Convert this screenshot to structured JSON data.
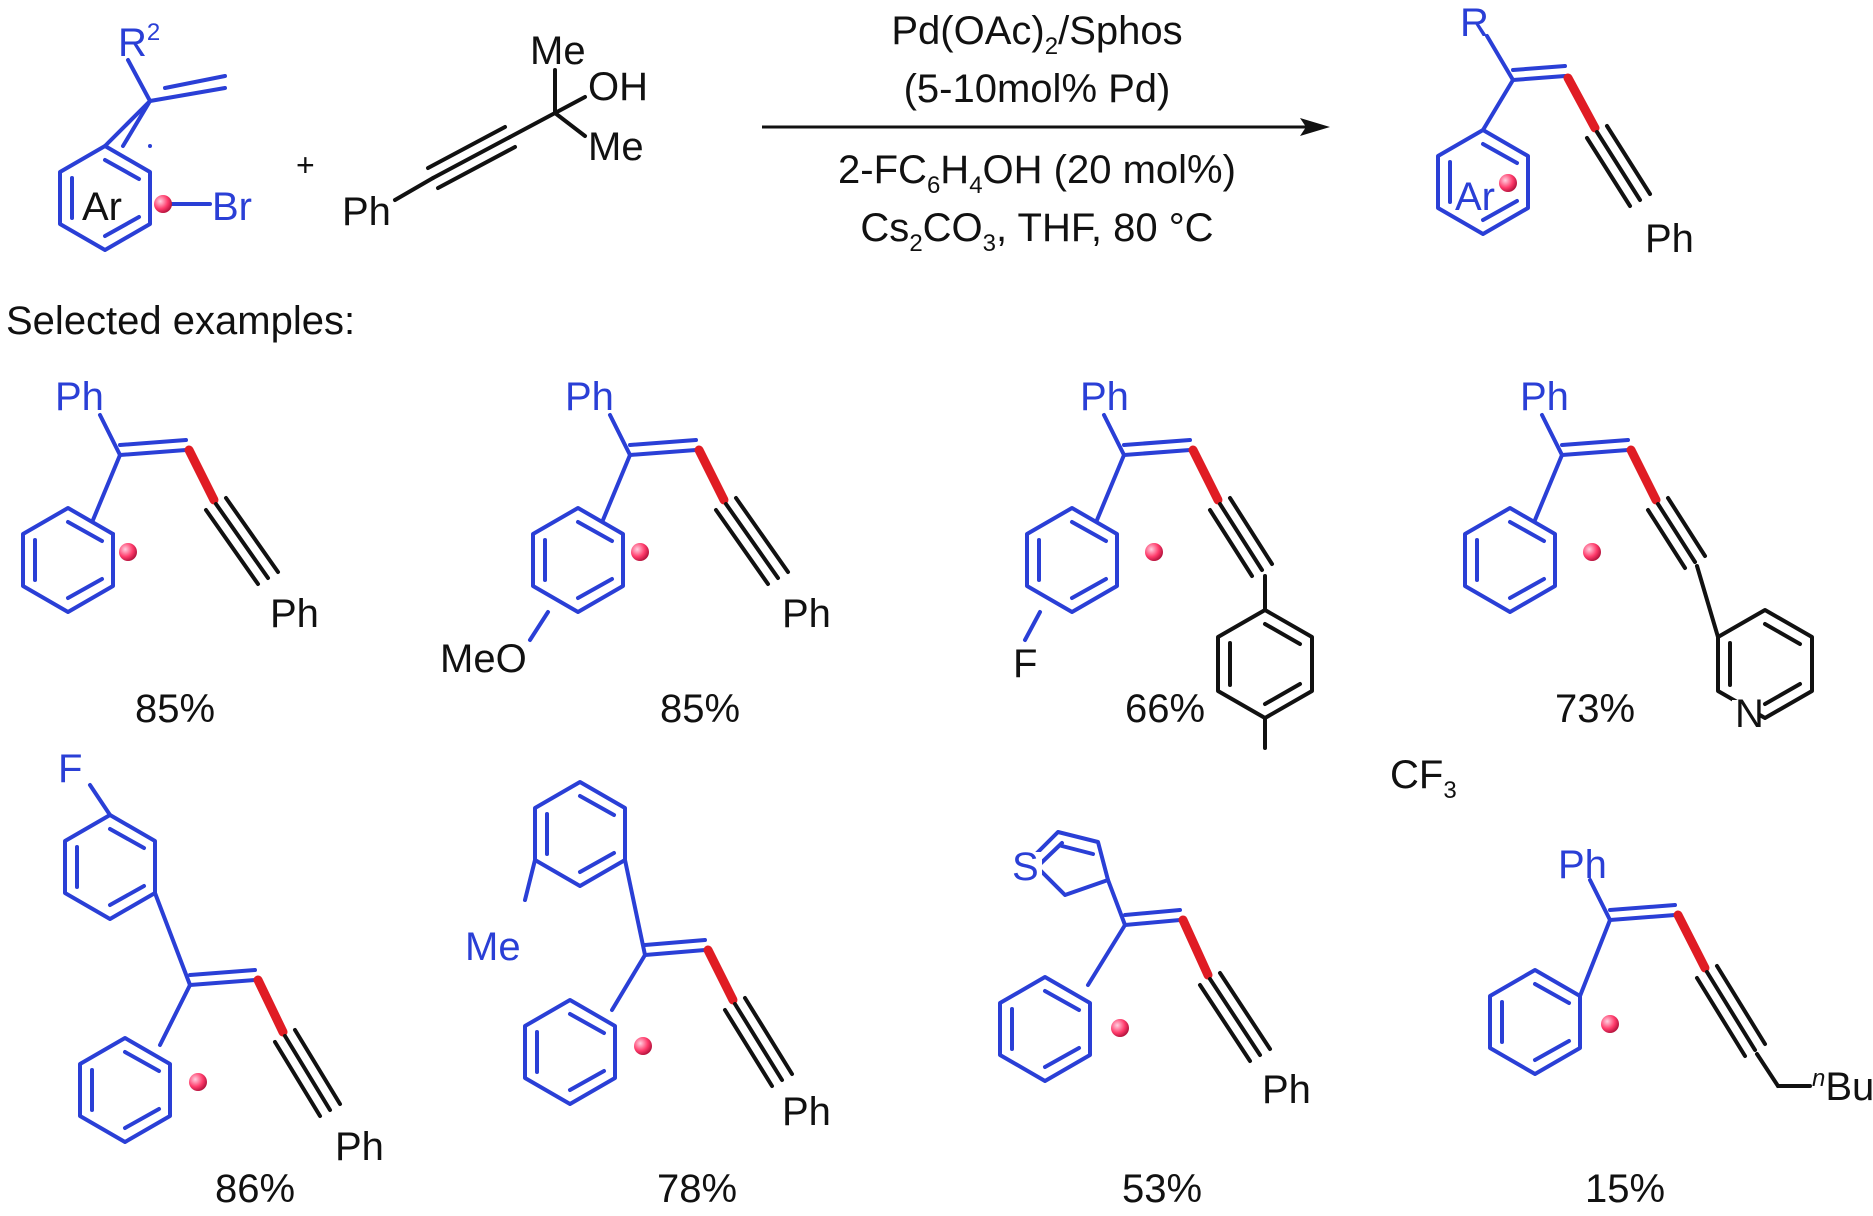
{
  "colors": {
    "structure": "#2a3fd6",
    "new_bond": "#e01c24",
    "text": "#111111"
  },
  "reaction": {
    "reactant1": {
      "r_label": "R",
      "r_sup": "2",
      "ring_label": "Ar",
      "leaving": "Br"
    },
    "plus": "+",
    "reactant2": {
      "me_top": "Me",
      "oh": "OH",
      "me_bottom": "Me",
      "ph": "Ph"
    },
    "conditions": {
      "line1": "Pd(OAc)",
      "line1_sub": "2",
      "line1_end": "/Sphos",
      "line2": "(5-10mol% Pd)",
      "line3_a": "2-FC",
      "line3_sub1": "6",
      "line3_b": "H",
      "line3_sub2": "4",
      "line3_c": "OH (20 mol%)",
      "line4_a": "Cs",
      "line4_sub1": "2",
      "line4_b": "CO",
      "line4_sub2": "3",
      "line4_c": ", THF, 80 °C"
    },
    "product": {
      "r_label": "R",
      "ring_label": "Ar",
      "ph": "Ph"
    }
  },
  "selected_heading": "Selected examples:",
  "examples": [
    {
      "substituent_top": "Ph",
      "alkyne_end": "Ph",
      "yield": "85%"
    },
    {
      "substituent_top": "Ph",
      "ring_sub": "MeO",
      "alkyne_end": "Ph",
      "yield": "85%"
    },
    {
      "substituent_top": "Ph",
      "ring_sub": "F",
      "alkyne_end_group": "CF",
      "alkyne_end_sub": "3",
      "yield": "66%"
    },
    {
      "substituent_top": "Ph",
      "alkyne_end_hetero": "N",
      "yield": "73%"
    },
    {
      "substituent_top": "F",
      "alkyne_end": "Ph",
      "yield": "86%"
    },
    {
      "substituent_top": "Me",
      "alkyne_end": "Ph",
      "yield": "78%"
    },
    {
      "substituent_top": "S",
      "alkyne_end": "Ph",
      "yield": "53%"
    },
    {
      "substituent_top": "Ph",
      "alkyne_end_sup": "n",
      "alkyne_end": "Bu",
      "yield": "15%"
    }
  ]
}
